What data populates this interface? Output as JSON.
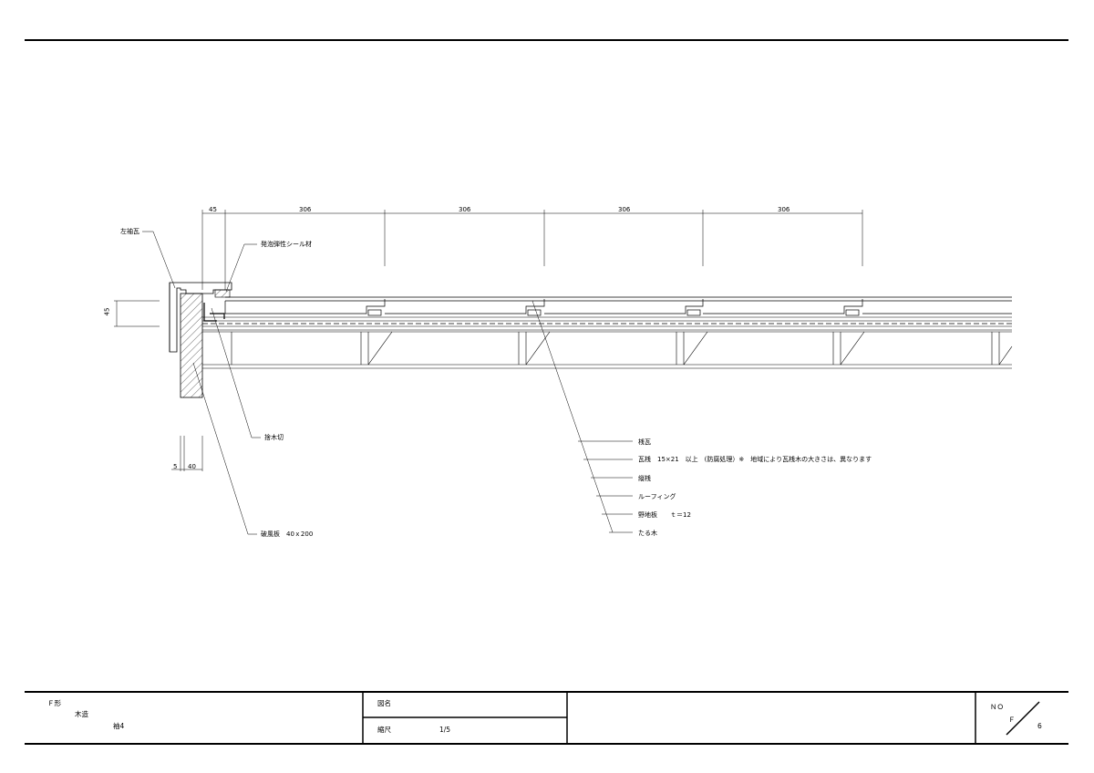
{
  "dimensions": {
    "top": [
      "45",
      "306",
      "306",
      "306",
      "306"
    ],
    "height": "45",
    "bottom": [
      "5",
      "40"
    ]
  },
  "labels": {
    "left_sode": "左袖瓦",
    "sealant": "発泡弾性シール材",
    "suteki": "捨木切",
    "hafu": "破風板　40ｘ200"
  },
  "spec": {
    "kawara": "桟瓦",
    "kawarasan": "瓦桟　15×21　以上　(防腐処理）※　地域により瓦桟木の大きさは、異なります",
    "tatesan": "縦桟",
    "roofing": "ルーフィング",
    "noji": "野地板　　ｔ＝12",
    "taruki": "たる木"
  },
  "title_block": {
    "shape": "Ｆ形",
    "structure": "木造",
    "part": "袖4",
    "drawing_name_label": "図名",
    "scale_label": "縮尺",
    "scale_value": "1/5",
    "no_label": "ＮＯ",
    "no_f": "Ｆ",
    "no_num": "6"
  }
}
